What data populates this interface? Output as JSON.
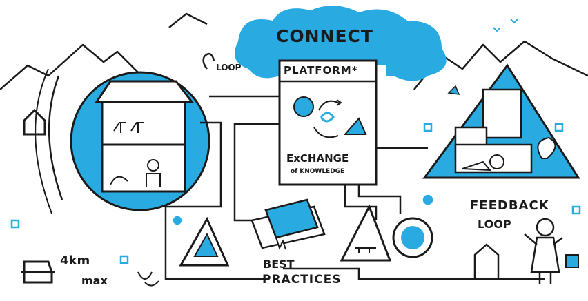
{
  "labels": {
    "connect": "CONNECT",
    "platform": "PLATFORM*",
    "loop_top": "LOOP",
    "exchange": "ExCHANGE",
    "of_knowledge": "of KNOWLEDGE",
    "best": "BEST",
    "practices": "PRACTICES",
    "feedback": "FEEDBACK",
    "feedback_loop": "LOOP",
    "km": "4km",
    "max": "max"
  },
  "colors": {
    "accent": "#29abe2",
    "ink": "#1a1a1a",
    "paper": "#ffffff"
  }
}
